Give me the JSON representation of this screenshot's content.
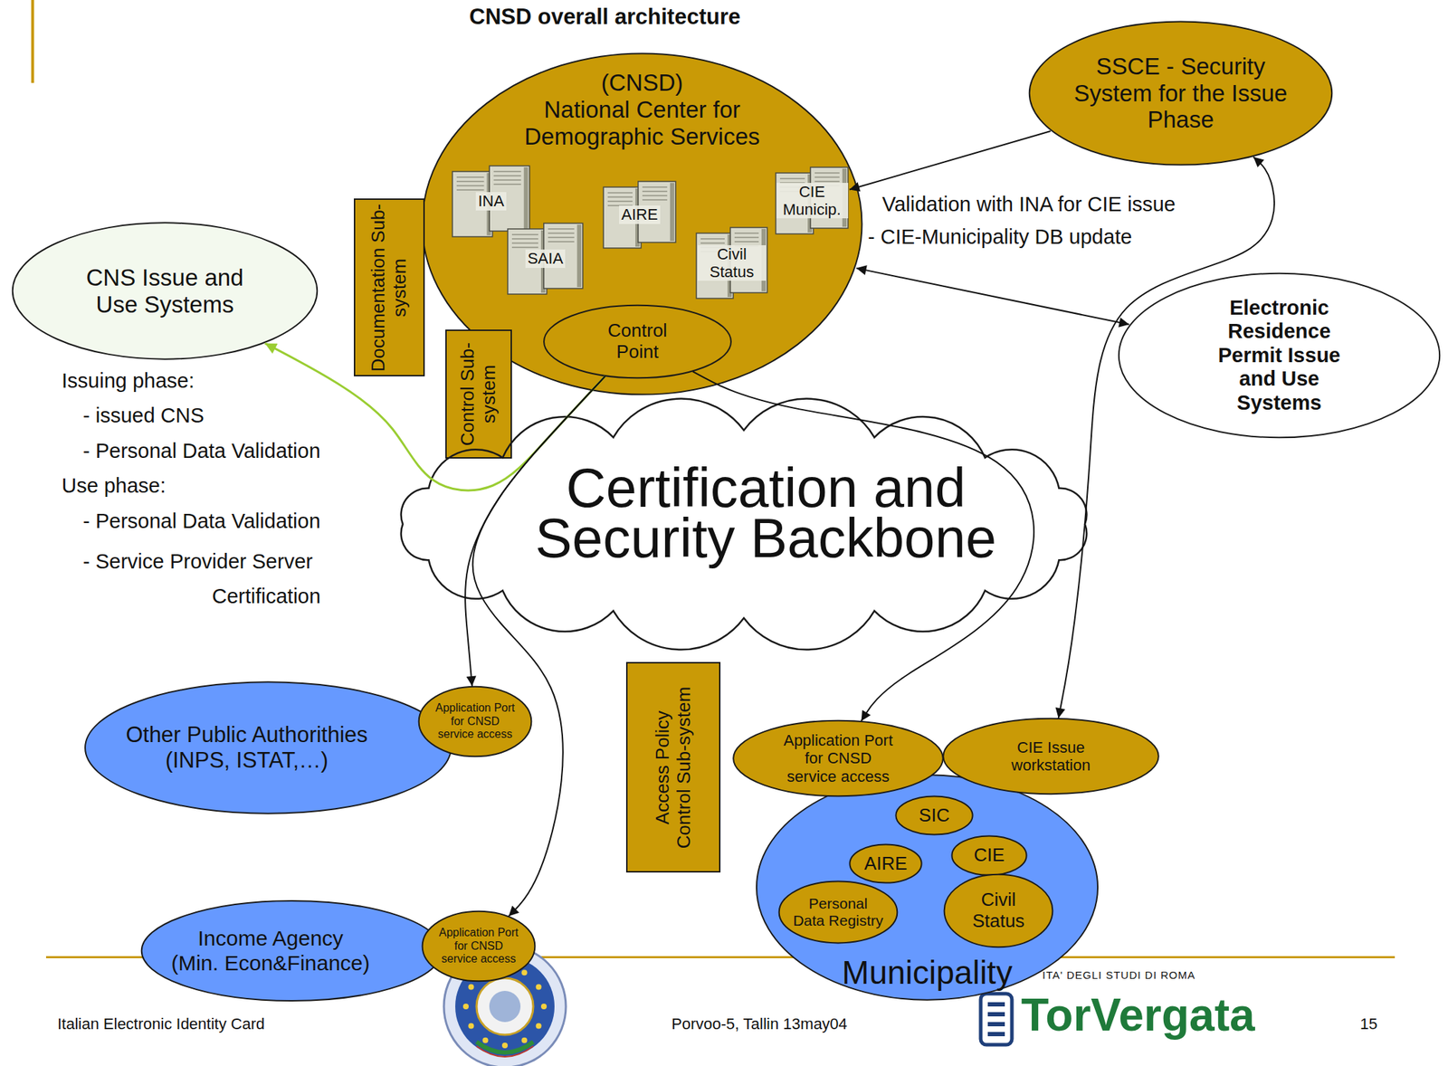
{
  "diagram": {
    "title": "CNSD overall architecture",
    "nodes": [
      {
        "text": [
          "(CNSD)",
          "National Center for Demographic Services"
        ]
      },
      {
        "text": [
          "INA"
        ],
        "in": 0
      },
      {
        "text": [
          "SAIA"
        ],
        "in": 0
      },
      {
        "text": [
          "AIRE"
        ],
        "in": 0
      },
      {
        "text": [
          "Civil Status"
        ],
        "in": 0
      },
      {
        "text": [
          "CIE Municip."
        ],
        "in": 0
      },
      {
        "text": [
          "Control Point"
        ],
        "in": 0
      },
      {
        "text": [
          "SSCE - Security System for the Issue Phase"
        ]
      },
      {
        "text": [
          "CNS Issue and Use Systems"
        ]
      },
      {
        "text": [
          "Documentation Sub-system"
        ]
      },
      {
        "text": [
          "Control Sub-system"
        ]
      },
      {
        "text": [
          "Electronic Residence Permit Issue and Use Systems"
        ]
      },
      {
        "text": [
          "Certification and Security Backbone"
        ]
      },
      {
        "text": [
          "Other Public Authorithies (INPS, ISTAT,…)"
        ]
      },
      {
        "text": [
          "Application Port for CNSD service access"
        ],
        "in": 13
      },
      {
        "text": [
          "Access Policy Control Sub-system"
        ]
      },
      {
        "text": [
          "Municipality"
        ]
      },
      {
        "text": [
          "Application Port for CNSD service access"
        ],
        "in": 16
      },
      {
        "text": [
          "CIE Issue workstation"
        ],
        "in": 16
      },
      {
        "text": [
          "SIC"
        ],
        "in": 16
      },
      {
        "text": [
          "AIRE"
        ],
        "in": 16
      },
      {
        "text": [
          "CIE"
        ],
        "in": 16
      },
      {
        "text": [
          "Personal Data Registry"
        ],
        "in": 16
      },
      {
        "text": [
          "Civil Status"
        ],
        "in": 16
      },
      {
        "text": [
          "Income Agency",
          "(Min. Econ&Finance)"
        ]
      },
      {
        "text": [
          "Application Port for CNSD service access"
        ],
        "in": 24
      }
    ],
    "edges": [
      {
        "from": 7,
        "to": 5,
        "arrow": "to"
      },
      {
        "from": 18,
        "to": 7,
        "arrow": "both"
      },
      {
        "from": 0,
        "to": 11,
        "arrow": "both"
      },
      {
        "from": 6,
        "to": 8,
        "arrow": "to"
      },
      {
        "from": 6,
        "to": 14,
        "arrow": "to"
      },
      {
        "from": 6,
        "to": 25,
        "arrow": "to"
      },
      {
        "from": 6,
        "to": 17,
        "arrow": "to"
      }
    ],
    "labels": [
      "Validation with INA for CIE issue",
      "- CIE-Municipality DB update",
      "Issuing phase:",
      "- issued CNS",
      "- Personal Data Validation",
      "Use phase:",
      "- Personal Data Validation",
      "- Service Provider Server Certification",
      "Italian Electronic Identity Card",
      "Porvoo-5, Tallin 13may04",
      "15",
      "ITA' DEGLI STUDI DI ROMA",
      "TorVergata"
    ]
  }
}
